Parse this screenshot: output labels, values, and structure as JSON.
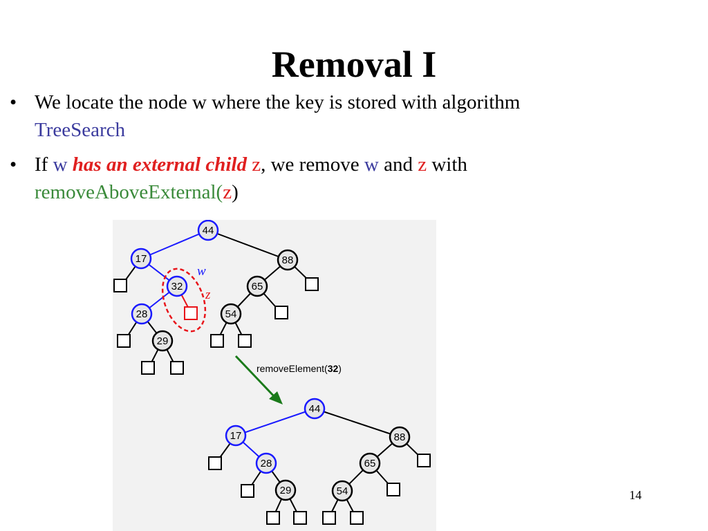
{
  "slide": {
    "title": "Removal I",
    "page_number": "14"
  },
  "bullets": [
    {
      "part1": "We locate the node w where the key is stored with algorithm",
      "method": "TreeSearch"
    },
    {
      "if_word": "If",
      "w": "w",
      "emphasis": "has an external child",
      "z": "z",
      "middle": ", we remove",
      "w2": "w",
      "and_word": "and",
      "z2": "z",
      "with_word": "with",
      "method": "removeAboveExternal",
      "open_paren": "(",
      "arg": "z",
      "close_paren": ")"
    }
  ],
  "figure": {
    "top_tree": {
      "root": "44",
      "n17": "17",
      "n32": "32",
      "n28": "28",
      "n29": "29",
      "n88": "88",
      "n65": "65",
      "n54": "54",
      "w_label": "w",
      "z_label": "z"
    },
    "arrow_label": "removeElement(",
    "arrow_arg": "32",
    "arrow_close": ")",
    "bottom_tree": {
      "root": "44",
      "n17": "17",
      "n28": "28",
      "n29": "29",
      "n88": "88",
      "n65": "65",
      "n54": "54"
    },
    "colors": {
      "path_blue": "#1a1aff",
      "removed_red": "#e8141a",
      "arrow_green": "#1a7a1a",
      "node_fill": "#e6e6e6"
    }
  }
}
